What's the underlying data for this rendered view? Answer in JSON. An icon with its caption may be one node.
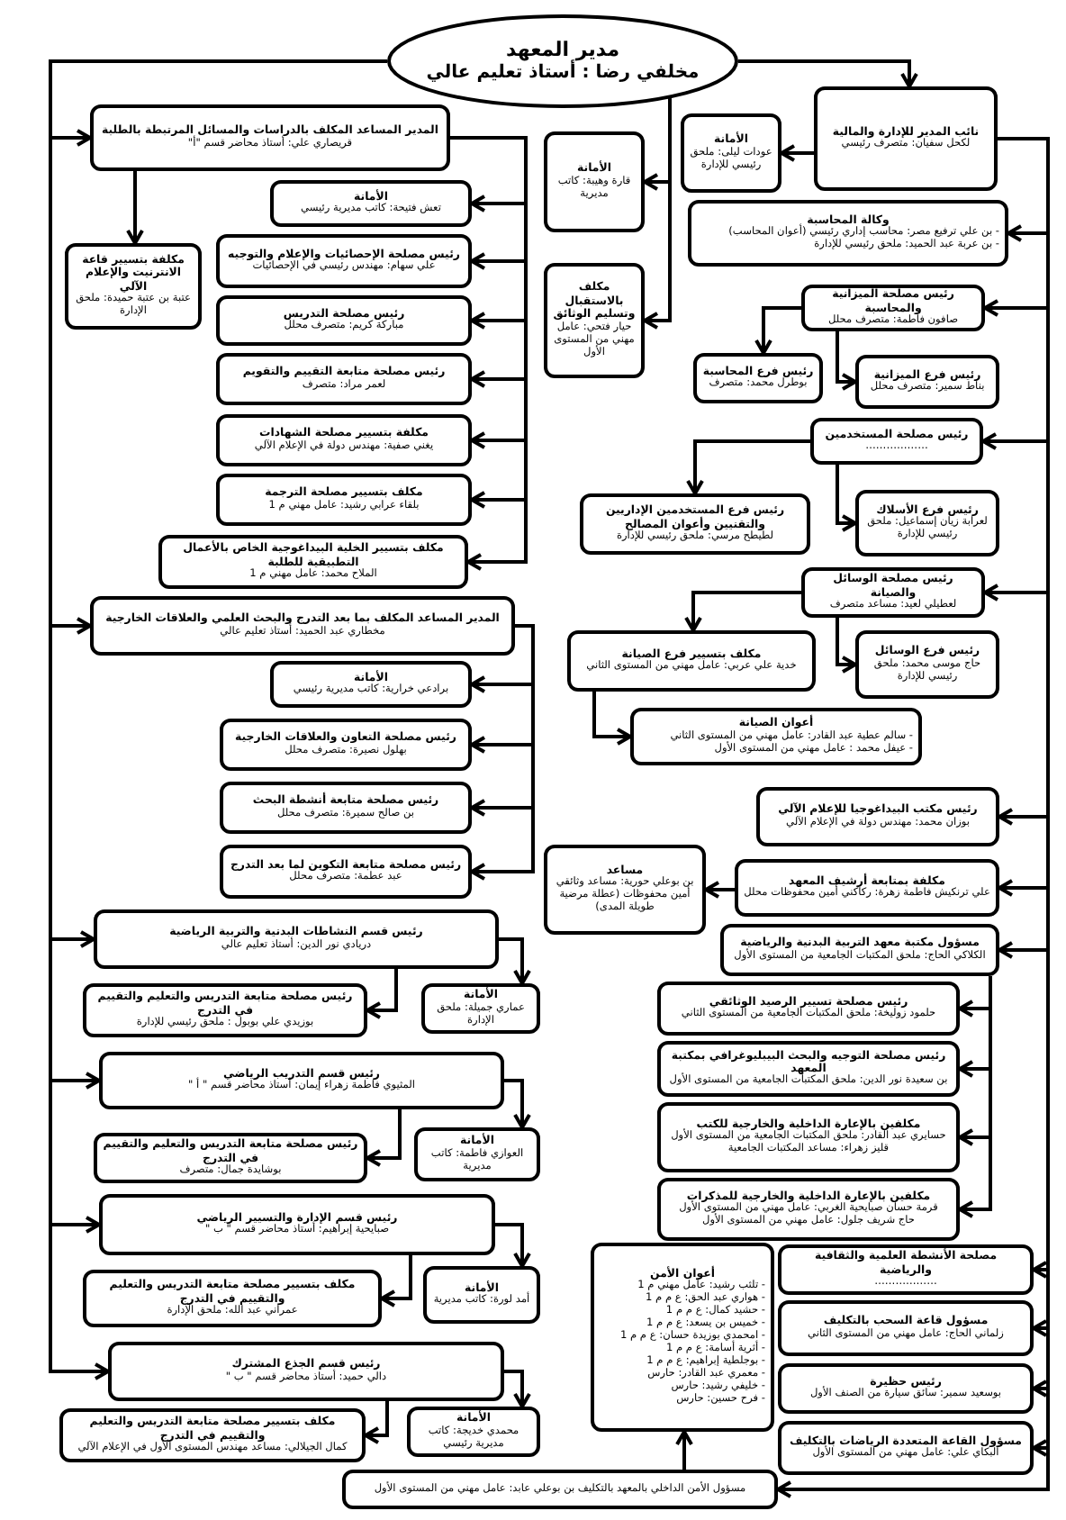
{
  "diagram": {
    "nodes": [
      {
        "text": [
          "مدير المعهد",
          "مخلفي رضا : أستاذ تعليم عالي"
        ]
      },
      {
        "text": [
          "المدير المساعد المكلف بالدراسات والمسائل المرتبطة بالطلبة",
          "قريصاري علي: أستاذ محاضر قسم \"أ\""
        ]
      },
      {
        "text": [
          "الأمانة",
          "تعش فتيحة: كاتب مديرية رئيسي"
        ]
      },
      {
        "text": [
          "رئيس مصلحة الإحصائيات والإعلام والتوجيه",
          "علي سهام: مهندس رئيسي في الإحصائيات"
        ]
      },
      {
        "text": [
          "رئيس مصلحة التدريس",
          "مباركة كريم: متصرف محلل"
        ]
      },
      {
        "text": [
          "رئيس مصلحة متابعة التقييم والتقويم",
          "لعمر مراد: متصرف"
        ]
      },
      {
        "text": [
          "مكلفة بتسيير مصلحة الشهادات",
          "يغني صفية: مهندس دولة في الإعلام الآلي"
        ]
      },
      {
        "text": [
          "مكلف بتسيير مصلحة الترجمة",
          "بلقاء عرابي رشيد: عامل مهني م 1"
        ]
      },
      {
        "text": [
          "مكلف بتسيير الخلية البيداغوجية الخاص بالأعمال التطبيقية للطلبة",
          "الملاح محمد: عامل مهني م 1"
        ]
      },
      {
        "text": [
          "مكلفة بتسيير قاعة الانترنيت والإعلام الآلي",
          "عتبة بن عتبة حميدة: ملحق الإدارة"
        ]
      },
      {
        "text": [
          "الأمانة",
          "قارة وهيبة: كاتب مديرية"
        ]
      },
      {
        "text": [
          "مكلف بالاستقبال وتسليم الوثائق",
          "حيار فتحي: عامل مهني من المستوى الأول"
        ]
      },
      {
        "text": [
          "نائب المدير للإدارة والمالية",
          "لكحل سفيان: متصرف رئيسي"
        ]
      },
      {
        "text": [
          "الأمانة",
          "عودات ليلى: ملحق رئيسي للإدارة"
        ]
      },
      {
        "text": [
          "وكالة المحاسبة",
          "- بن علي ترفيع مصر: محاسب إداري رئيسي (أعوان المحاسب)",
          "- بن عربة عبد الحميد: ملحق رئيسي للإدارة"
        ]
      },
      {
        "text": [
          "رئيس مصلحة الميزانية والمحاسبة",
          "صافون فاطمة: متصرف محلل"
        ]
      },
      {
        "text": [
          "رئيس فرع المحاسبة",
          "بوطرل محمد: متصرف"
        ]
      },
      {
        "text": [
          "رئيس فرع الميزانية",
          "بناط سمير: متصرف محلل"
        ]
      },
      {
        "text": [
          "رئيس مصلحة المستخدمين",
          "………………"
        ]
      },
      {
        "text": [
          "رئيس فرع المستخدمين الإداريين والتقنيين وأعوان المصالح",
          "لطيطح مرسي: ملحق رئيسي للإدارة"
        ]
      },
      {
        "text": [
          "رئيس فرع الأسلاك",
          "لعرابة زيان إسماعيل: ملحق رئيسي للإدارة"
        ]
      },
      {
        "text": [
          "رئيس مصلحة الوسائل والصيانة",
          "لعطيلي لعيد: مساعد متصرف"
        ]
      },
      {
        "text": [
          "مكلف بتسيير فرع الصيانة",
          "خدية علي عربي: عامل مهني من المستوى الثاني"
        ]
      },
      {
        "text": [
          "رئيس فرع الوسائل",
          "حاج موسى محمد: ملحق رئيسي للإدارة"
        ]
      },
      {
        "text": [
          "أعوان الصيانة",
          "- سالم عطية عبد القادر: عامل مهني من المستوى الثاني",
          "- عيفل محمد : عامل مهني من المستوى الأول"
        ]
      },
      {
        "text": [
          "رئيس مكتب البيداغوجيا للإعلام الآلي",
          "بوزان محمد: مهندس دولة في الإعلام الآلي"
        ]
      },
      {
        "text": [
          "مكلفة بمتابعة أرشيف المعهد",
          "علي ترنكيش فاطمة زهرة: ركاكني أمين محفوظات محلل"
        ]
      },
      {
        "text": [
          "مساعد",
          "بن بوعلي حورية: مساعد وثائقي أمين محفوظات (عطلة مرضية طويلة المدى)"
        ]
      },
      {
        "text": [
          "مسؤول مكتبة معهد التربية البدنية والرياضية",
          "الكلاكي الحاج: ملحق المكتبات الجامعية من المستوى الأول"
        ]
      },
      {
        "text": [
          "رئيس مصلحة تسيير الرصيد الوثائقي",
          "حلمود زوليخة: ملحق المكتبات الجامعية من المستوى الثاني"
        ]
      },
      {
        "text": [
          "رئيس مصلحة التوجيه والبحث البيبليوغرافي بمكتبة المعهد",
          "بن سعيدة نور الدين: ملحق المكتبات الجامعية من المستوى الأول"
        ]
      },
      {
        "text": [
          "مكلفين بالإعارة الداخلية والخارجية للكتب",
          "حسايري عبد القادر: ملحق المكتبات الجامعية من المستوى الأول",
          "قليز زهراء: مساعد المكتبات الجامعية"
        ]
      },
      {
        "text": [
          "مكلفين بالإعارة الداخلية والخارجية للمذكرات",
          "قرمة حسان صبايحية الغربي: عامل مهني من المستوى الأول",
          "حاج شريف جلول: عامل مهني من المستوى الأول"
        ]
      },
      {
        "text": [
          "مصلحة الأنشطة العلمية والثقافية والرياضية",
          "………………"
        ]
      },
      {
        "text": [
          "مسؤول قاعة السحب بالتكليف",
          "زلماني الحاج: عامل مهني من المستوى الثاني"
        ]
      },
      {
        "text": [
          "رئيس حظيرة",
          "بوسعيد سمير: سائق سيارة من الصنف الأول"
        ]
      },
      {
        "text": [
          "مسؤول القاعة المتعددة الرياضات بالتكليف",
          "البكاي علي: عامل مهني من المستوى الأول"
        ]
      },
      {
        "text": [
          "أعوان الأمن",
          "- تلثب رشيد: عامل مهني م 1",
          "- هواري عبد الحق: ع م م 1",
          "- حشيد كمال: ع م م 1",
          "- خميس بن يسعد: ع م م 1",
          "- امحمدي بوزيدة حسان: ع م م 1",
          "- أثرية أسامة: ع م م 1",
          "- بوجلطية إبراهيم: ع م م 1",
          "- معمري عبد القادر: حارس",
          "- خليفي رشيد: حارس",
          "- فرح حسين: حارس"
        ]
      },
      {
        "text": [
          "مسؤول الأمن الداخلي بالمعهد بالتكليف بن بوعلي عابد: عامل مهني من المستوى الأول"
        ]
      },
      {
        "text": [
          "المدير المساعد المكلف بما بعد التدرج والبحث العلمي والعلاقات الخارجية",
          "مخطاري عبد الحميد: أستاذ تعليم عالي"
        ]
      },
      {
        "text": [
          "الأمانة",
          "برادعي خرارية: كاتب مديرية رئيسي"
        ]
      },
      {
        "text": [
          "رئيس مصلحة التعاون والعلاقات الخارجية",
          "بهلول نصيرة: متصرف محلل"
        ]
      },
      {
        "text": [
          "رئيس مصلحة متابعة أنشطة البحث",
          "بن صالح سميرة: متصرف محلل"
        ]
      },
      {
        "text": [
          "رئيس مصلحة متابعة التكوين لما بعد التدرج",
          "عبد عطمة: متصرف محلل"
        ]
      },
      {
        "text": [
          "رئيس قسم النشاطات البدنية والتربية الرياضية",
          "دريادي نور الدين: أستاذ تعليم عالي"
        ]
      },
      {
        "text": [
          "الأمانة",
          "عماري جميلة: ملحق الإدارة"
        ]
      },
      {
        "text": [
          "رئيس مصلحة متابعة التدريس والتعليم والتقييم في التدرج",
          "بوزيدي علي بوبول : ملحق رئيسي للإدارة"
        ]
      },
      {
        "text": [
          "رئيس قسم التدريب الرياضي",
          "المثيوي فاطمة زهراء إيمان: أستاذ محاضر قسم \" أ \""
        ]
      },
      {
        "text": [
          "الأمانة",
          "العوازي فاطمة: كاتب مديرية"
        ]
      },
      {
        "text": [
          "رئيس مصلحة متابعة التدريس والتعليم والتقييم في التدرج",
          "بوشايدة جمال: متصرف"
        ]
      },
      {
        "text": [
          "رئيس قسم الإدارة والتسيير الرياضي",
          "صبايحية إبراهيم: أستاذ محاضر قسم \" ب \""
        ]
      },
      {
        "text": [
          "الأمانة",
          "أمد لورة: كاتب مديرية"
        ]
      },
      {
        "text": [
          "مكلف بتسيير مصلحة متابعة التدريس والتعليم والتقييم في التدرج",
          "عمراني عبد الله: ملحق الإدارة"
        ]
      },
      {
        "text": [
          "رئيس قسم الجذع المشترك",
          "دالي حميد: أستاذ محاضر قسم \" ب \""
        ]
      },
      {
        "text": [
          "الأمانة",
          "محمدي خديجة: كاتب مديرية رئيسي"
        ]
      },
      {
        "text": [
          "مكلف بتسيير مصلحة متابعة التدريس والتعليم والتقييم في التدرج",
          "كمال الجيلالي: مساعد مهندس المستوى الأول في الإعلام الآلي"
        ]
      }
    ],
    "edges": [
      {
        "from": 0,
        "to": 1,
        "arrow": "to"
      },
      {
        "from": 0,
        "to": 39,
        "arrow": "to"
      },
      {
        "from": 0,
        "to": 44,
        "arrow": "to"
      },
      {
        "from": 0,
        "to": 47,
        "arrow": "to"
      },
      {
        "from": 0,
        "to": 50,
        "arrow": "to"
      },
      {
        "from": 0,
        "to": 53,
        "arrow": "to"
      },
      {
        "from": 0,
        "to": 10,
        "arrow": "to"
      },
      {
        "from": 0,
        "to": 11,
        "arrow": "to"
      },
      {
        "from": 0,
        "to": 12,
        "arrow": "to"
      },
      {
        "from": 1,
        "to": 9,
        "arrow": "to"
      },
      {
        "from": 1,
        "to": 2,
        "arrow": "to"
      },
      {
        "from": 1,
        "to": 3,
        "arrow": "to"
      },
      {
        "from": 1,
        "to": 4,
        "arrow": "to"
      },
      {
        "from": 1,
        "to": 5,
        "arrow": "to"
      },
      {
        "from": 1,
        "to": 6,
        "arrow": "to"
      },
      {
        "from": 1,
        "to": 7,
        "arrow": "to"
      },
      {
        "from": 1,
        "to": 8,
        "arrow": "to"
      },
      {
        "from": 39,
        "to": 40,
        "arrow": "to"
      },
      {
        "from": 39,
        "to": 41,
        "arrow": "to"
      },
      {
        "from": 39,
        "to": 42,
        "arrow": "to"
      },
      {
        "from": 39,
        "to": 43,
        "arrow": "to"
      },
      {
        "from": 44,
        "to": 45,
        "arrow": "to"
      },
      {
        "from": 44,
        "to": 46,
        "arrow": "to"
      },
      {
        "from": 47,
        "to": 48,
        "arrow": "to"
      },
      {
        "from": 47,
        "to": 49,
        "arrow": "to"
      },
      {
        "from": 50,
        "to": 51,
        "arrow": "to"
      },
      {
        "from": 50,
        "to": 52,
        "arrow": "to"
      },
      {
        "from": 53,
        "to": 54,
        "arrow": "to"
      },
      {
        "from": 53,
        "to": 55,
        "arrow": "to"
      },
      {
        "from": 12,
        "to": 13,
        "arrow": "to"
      },
      {
        "from": 12,
        "to": 14,
        "arrow": "to"
      },
      {
        "from": 12,
        "to": 15,
        "arrow": "to"
      },
      {
        "from": 12,
        "to": 18,
        "arrow": "to"
      },
      {
        "from": 12,
        "to": 21,
        "arrow": "to"
      },
      {
        "from": 12,
        "to": 25,
        "arrow": "to"
      },
      {
        "from": 12,
        "to": 26,
        "arrow": "to"
      },
      {
        "from": 12,
        "to": 28,
        "arrow": "to"
      },
      {
        "from": 12,
        "to": 33,
        "arrow": "to"
      },
      {
        "from": 12,
        "to": 34,
        "arrow": "to"
      },
      {
        "from": 12,
        "to": 35,
        "arrow": "to"
      },
      {
        "from": 12,
        "to": 36,
        "arrow": "to"
      },
      {
        "from": 12,
        "to": 38,
        "arrow": "to"
      },
      {
        "from": 15,
        "to": 16,
        "arrow": "to"
      },
      {
        "from": 15,
        "to": 17,
        "arrow": "to"
      },
      {
        "from": 18,
        "to": 19,
        "arrow": "to"
      },
      {
        "from": 18,
        "to": 20,
        "arrow": "to"
      },
      {
        "from": 21,
        "to": 22,
        "arrow": "to"
      },
      {
        "from": 21,
        "to": 23,
        "arrow": "to"
      },
      {
        "from": 22,
        "to": 24,
        "arrow": "to"
      },
      {
        "from": 26,
        "to": 27,
        "arrow": "to"
      },
      {
        "from": 28,
        "to": 29,
        "arrow": "to"
      },
      {
        "from": 28,
        "to": 30,
        "arrow": "to"
      },
      {
        "from": 28,
        "to": 31,
        "arrow": "to"
      },
      {
        "from": 28,
        "to": 32,
        "arrow": "to"
      },
      {
        "from": 38,
        "to": 37,
        "arrow": "to"
      }
    ]
  }
}
